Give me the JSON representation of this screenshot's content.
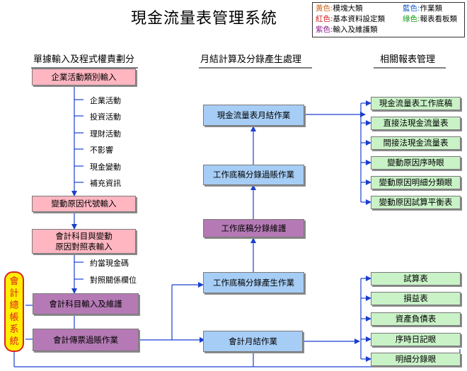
{
  "title": "現金流量表管理系統",
  "legend": [
    {
      "prefix": "黃色:",
      "text": "模塊大類",
      "color": "#d2691e"
    },
    {
      "prefix": "藍色:",
      "text": "作業類",
      "color": "#1a5fd0"
    },
    {
      "prefix": "紅色:",
      "text": "基本資料設定類",
      "color": "#d22222"
    },
    {
      "prefix": "綠色:",
      "text": "報表看板類",
      "color": "#1a9a1a"
    },
    {
      "prefix": "紫色:",
      "text": "輸入及維護類",
      "color": "#8b1a8b"
    }
  ],
  "sections": {
    "left": "單據輸入及程式權責劃分",
    "middle": "月結計算及分錄產生處理",
    "right": "相關報表管理"
  },
  "left": {
    "activity_input": "企業活動類別輸入",
    "activities": [
      "企業活動",
      "投資活動",
      "理財活動",
      "不影響",
      "現金變動",
      "補充資訊"
    ],
    "reason_code_input": "變動原因代號輸入",
    "mapping_input": [
      "會計科目與變動",
      "原因對照表輸入"
    ],
    "mapping_fields": [
      "約當現金碼",
      "對照關係欄位"
    ],
    "account_maintain": "會計科目輸入及維護",
    "voucher_posting": "會計傳票過賬作業",
    "vertical_label": "會計總帳系統"
  },
  "middle": {
    "month_end_cf": "現金流量表月結作業",
    "ws_posting": "工作底稿分錄過賬作業",
    "ws_maintain": "工作底稿分錄維護",
    "ws_generate": "工作底稿分錄產生作業",
    "month_end": "會計月結作業"
  },
  "right": {
    "cf_reports": [
      "現金流量表工作底稿",
      "直接法現金流量表",
      "間接法現金流量表",
      "變動原因序時眼",
      "變動原因明細分類眼",
      "變動原因試算平衡表"
    ],
    "gl_reports": [
      "試算表",
      "損益表",
      "資產負債表",
      "序時日記眼",
      "明細分錄眼"
    ]
  },
  "colors": {
    "pink": "#ffb6c1",
    "purple": "#b57ab5",
    "blue": "#a6cdf5",
    "green": "#c9f2c7",
    "line": "#1a3fd0",
    "vertical_fill": "#ffee00",
    "vertical_border": "#dd2222"
  }
}
